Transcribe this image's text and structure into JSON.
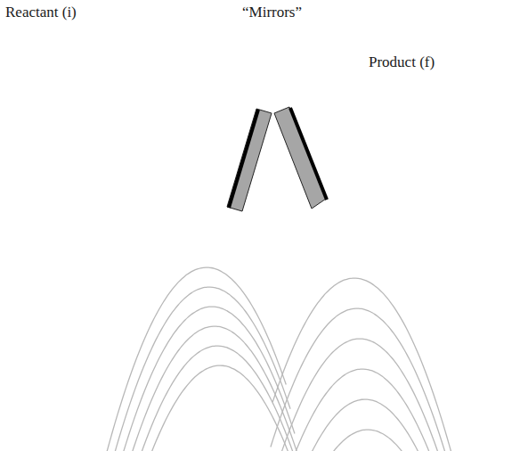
{
  "diagram": {
    "labels": [
      "Reactant (i)",
      "“Mirrors”",
      "Product (f)"
    ]
  }
}
